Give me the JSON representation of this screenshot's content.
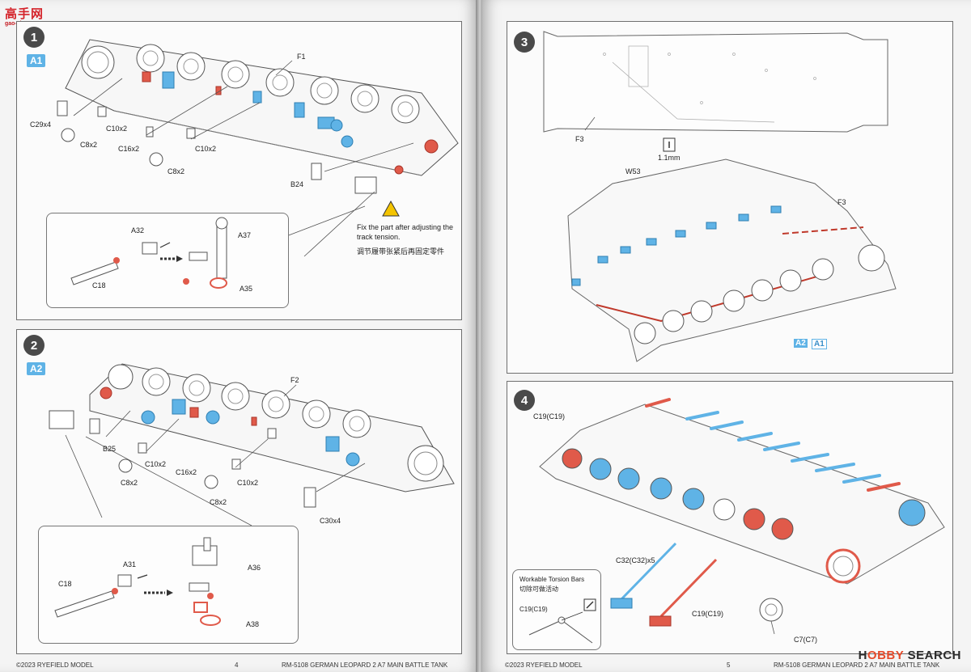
{
  "watermark": {
    "logo_text": "高手网",
    "logo_sub": "gao-shou.com"
  },
  "left_page": {
    "footer_left": "©2023 RYEFIELD MODEL",
    "page_number": "4",
    "footer_right": "RM-5108 GERMAN LEOPARD  2 A7 MAIN BATTLE TANK",
    "step1": {
      "number": "1",
      "badge": "A1",
      "labels": {
        "f1": "F1",
        "c29": "C29x4",
        "c10a": "C10x2",
        "c8a": "C8x2",
        "c16": "C16x2",
        "c10b": "C10x2",
        "c8b": "C8x2",
        "b24": "B24",
        "c18": "C18",
        "a32": "A32",
        "a37": "A37",
        "a35": "A35"
      },
      "warning_en": "Fix the part after adjusting the track tension.",
      "warning_cn": "调节履带张紧后再固定零件"
    },
    "step2": {
      "number": "2",
      "badge": "A2",
      "labels": {
        "f2": "F2",
        "b25": "B25",
        "c10a": "C10x2",
        "c8a": "C8x2",
        "c16": "C16x2",
        "c10b": "C10x2",
        "c8b": "C8x2",
        "c30": "C30x4",
        "a31": "A31",
        "c18": "C18",
        "a36": "A36",
        "a38": "A38"
      }
    }
  },
  "right_page": {
    "footer_left": "©2023 RYEFIELD MODEL",
    "page_number": "5",
    "footer_right": "RM-5108 GERMAN LEOPARD  2 A7 MAIN BATTLE TANK",
    "step3": {
      "number": "3",
      "labels": {
        "f3a": "F3",
        "drill": "1.1mm",
        "w53": "W53",
        "f3b": "F3",
        "a2": "A2",
        "a1": "A1"
      }
    },
    "step4": {
      "number": "4",
      "labels": {
        "c19a": "C19(C19)",
        "c32": "C32(C32)x5",
        "c19b": "C19(C19)",
        "c7": "C7(C7)"
      },
      "torsion_title_en": "Workable Torsion Bars",
      "torsion_title_cn": "切除可做活动",
      "torsion_label": "C19(C19)"
    },
    "hobby_search": {
      "a": "H",
      "b": "OBBY ",
      "c": "SEARCH"
    }
  },
  "colors": {
    "blue_part": "#5fb3e6",
    "red_part": "#e05a4a",
    "line": "#555555",
    "badge": "#5fb3e6"
  }
}
